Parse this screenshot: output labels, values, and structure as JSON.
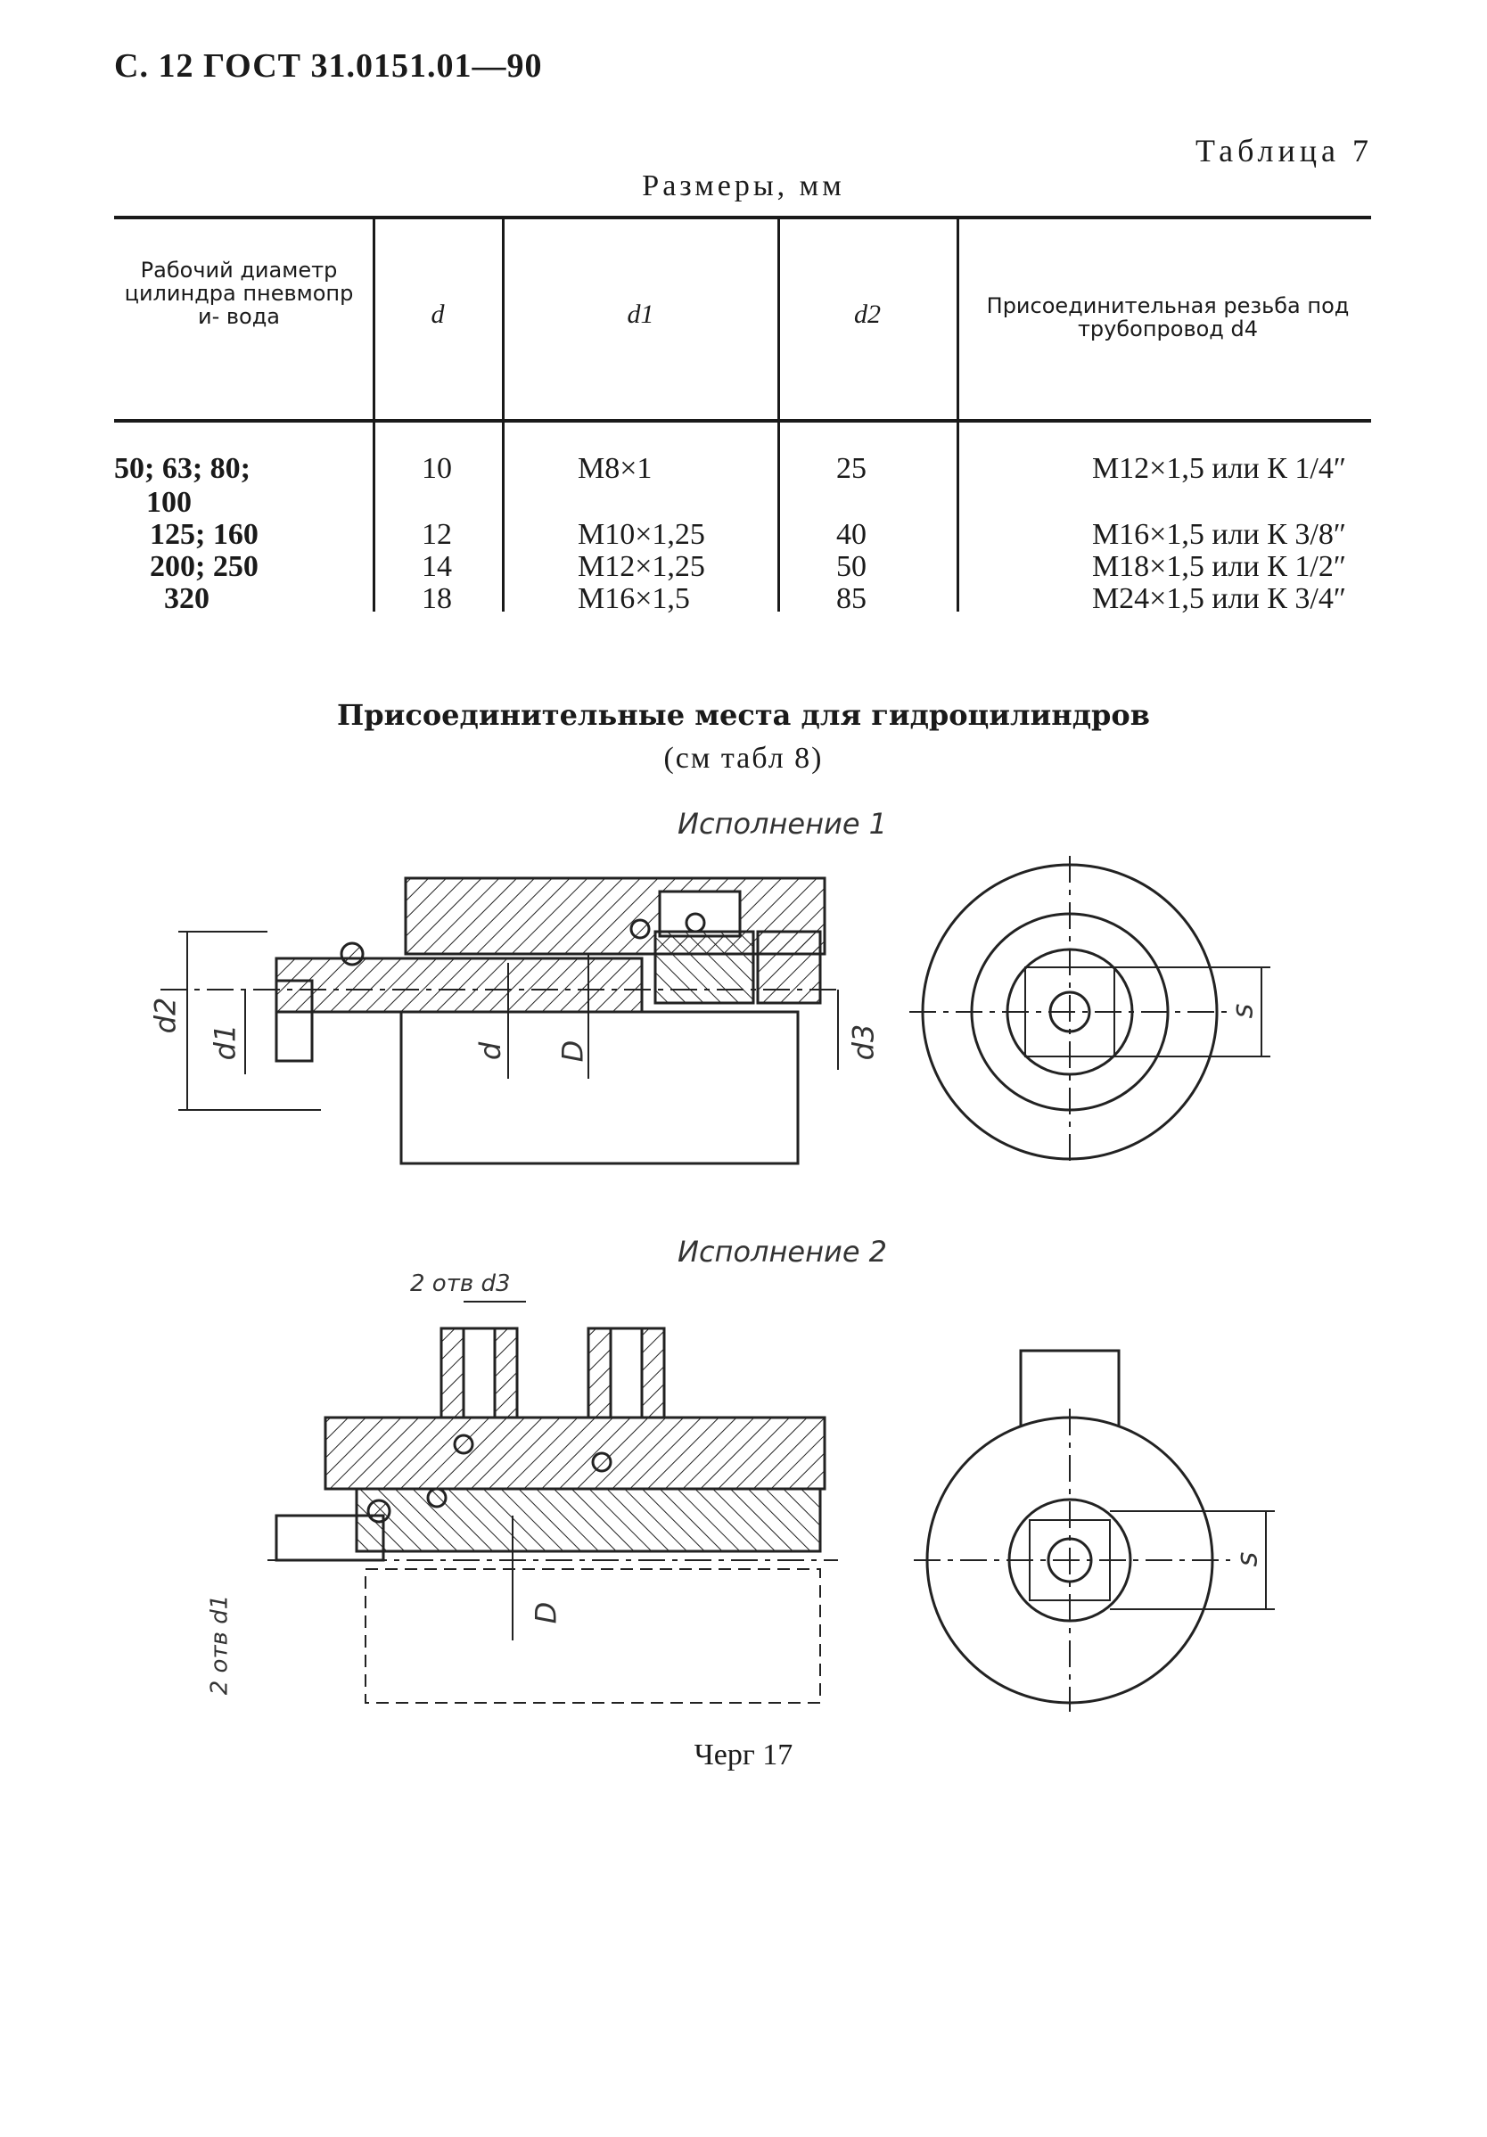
{
  "header": {
    "page_ref": "С. 12 ГОСТ 31.0151.01—90"
  },
  "table": {
    "number": "Таблица 7",
    "subtitle": "Размеры, мм",
    "columns": [
      "Рабочий диаметр цилиндра пневмопр и- вода",
      "d",
      "d1",
      "d2",
      "Присоединительная резьба под трубопровод d4"
    ],
    "rows": [
      {
        "diam_line1": "50; 63;  80;",
        "diam_line2": "100",
        "d": "10",
        "d1": "M8×1",
        "d2": "25",
        "d4": "M12×1,5 или К 1/4″"
      },
      {
        "diam_line1": "125; 160",
        "d": "12",
        "d1": "M10×1,25",
        "d2": "40",
        "d4": "M16×1,5 или К 3/8″"
      },
      {
        "diam_line1": "200; 250",
        "d": "14",
        "d1": "M12×1,25",
        "d2": "50",
        "d4": "M18×1,5 или К 1/2″"
      },
      {
        "diam_line1": "320",
        "d": "18",
        "d1": "M16×1,5",
        "d2": "85",
        "d4": "M24×1,5 или К 3/4″"
      }
    ]
  },
  "section": {
    "title": "Присоединительные места для гидроцилиндров",
    "ref": "(см табл 8)"
  },
  "drawing1": {
    "caption": "Исполнение 1",
    "labels": {
      "d2": "d2",
      "d1": "d1",
      "d": "d",
      "D": "D",
      "d3": "d3",
      "s": "s"
    }
  },
  "drawing2": {
    "caption": "Исполнение 2",
    "labels": {
      "holes_top": "2 отв d3",
      "holes_left": "2 отв d1",
      "D": "D",
      "s": "s"
    }
  },
  "figure_caption": "Черг 17"
}
